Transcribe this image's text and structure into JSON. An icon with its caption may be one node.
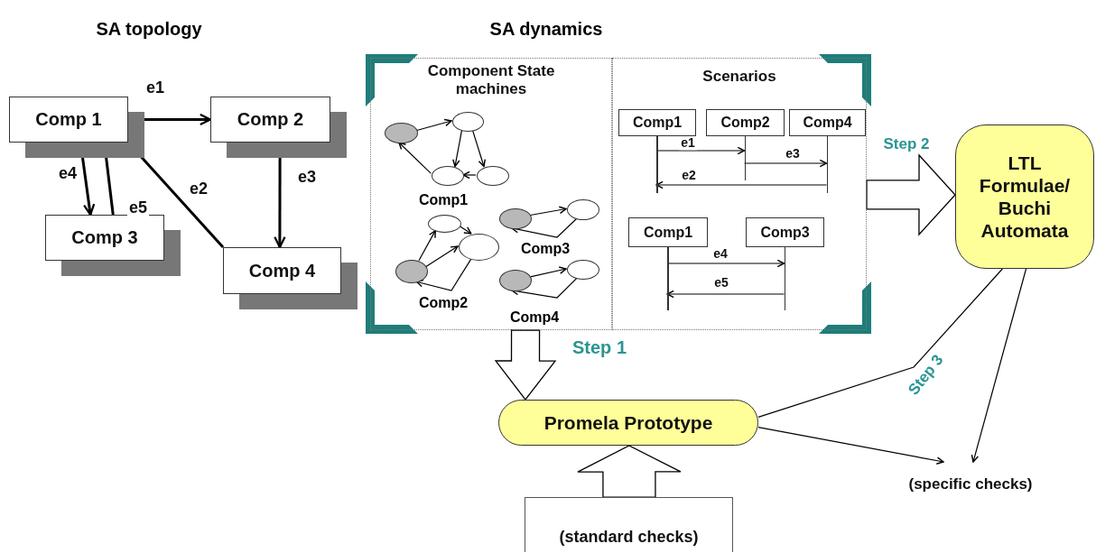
{
  "diagram": {
    "nodes": [
      {
        "text": [
          "Comp 1"
        ]
      },
      {
        "text": [
          "Comp 2"
        ]
      },
      {
        "text": [
          "Comp 3"
        ]
      },
      {
        "text": [
          "Comp 4"
        ]
      },
      {
        "text": [
          "Component State machines"
        ]
      },
      {
        "text": [
          "Scenarios"
        ]
      },
      {
        "text": [],
        "shape": "ellipse",
        "in": 4
      },
      {
        "text": [],
        "shape": "ellipse",
        "in": 4
      },
      {
        "text": [],
        "shape": "ellipse",
        "in": 4
      },
      {
        "text": [],
        "shape": "ellipse",
        "in": 4
      },
      {
        "text": [],
        "shape": "ellipse",
        "in": 4
      },
      {
        "text": [],
        "shape": "ellipse",
        "in": 4
      },
      {
        "text": [],
        "shape": "ellipse",
        "in": 4
      },
      {
        "text": [],
        "shape": "ellipse",
        "in": 4
      },
      {
        "text": [],
        "shape": "ellipse",
        "in": 4
      },
      {
        "text": [],
        "shape": "ellipse",
        "in": 4
      },
      {
        "text": [],
        "shape": "ellipse",
        "in": 4
      },
      {
        "text": [
          "Comp1"
        ],
        "in": 5
      },
      {
        "text": [
          "Comp2"
        ],
        "in": 5
      },
      {
        "text": [
          "Comp4"
        ],
        "in": 5
      },
      {
        "text": [
          "Comp1"
        ],
        "in": 5
      },
      {
        "text": [
          "Comp3"
        ],
        "in": 5
      },
      {
        "text": [
          "LTL Formulae/ Buchi Automata"
        ]
      },
      {
        "text": [
          "Promela Prototype"
        ]
      },
      {
        "text": [
          "(standard checks)"
        ]
      },
      {
        "text": [
          "(specific checks)"
        ]
      }
    ],
    "edges": [
      {
        "from": 0,
        "to": 1,
        "arrow": "to",
        "label": "e1"
      },
      {
        "from": 1,
        "to": 3,
        "arrow": "to",
        "label": "e3"
      },
      {
        "from": 3,
        "to": 0,
        "arrow": "to",
        "label": "e2"
      },
      {
        "from": 0,
        "to": 2,
        "arrow": "to",
        "label": "e4"
      },
      {
        "from": 2,
        "to": 0,
        "arrow": "to",
        "label": "e5"
      },
      {
        "from": 6,
        "to": 7,
        "arrow": "to"
      },
      {
        "from": 7,
        "to": 8,
        "arrow": "to"
      },
      {
        "from": 7,
        "to": 9,
        "arrow": "to"
      },
      {
        "from": 9,
        "to": 8,
        "arrow": "to"
      },
      {
        "from": 8,
        "to": 6,
        "arrow": "to"
      },
      {
        "from": 12,
        "to": 10,
        "arrow": "to"
      },
      {
        "from": 12,
        "to": 11,
        "arrow": "to"
      },
      {
        "from": 10,
        "to": 11,
        "arrow": "to"
      },
      {
        "from": 11,
        "to": 12,
        "arrow": "to"
      },
      {
        "from": 13,
        "to": 14,
        "arrow": "to"
      },
      {
        "from": 14,
        "to": 13,
        "arrow": "to"
      },
      {
        "from": 15,
        "to": 16,
        "arrow": "to"
      },
      {
        "from": 16,
        "to": 15,
        "arrow": "to"
      },
      {
        "from": 17,
        "to": 18,
        "arrow": "to",
        "label": "e1"
      },
      {
        "from": 18,
        "to": 19,
        "arrow": "to",
        "label": "e3"
      },
      {
        "from": 19,
        "to": 17,
        "arrow": "to",
        "label": "e2"
      },
      {
        "from": 20,
        "to": 21,
        "arrow": "to",
        "label": "e4"
      },
      {
        "from": 21,
        "to": 20,
        "arrow": "to",
        "label": "e5"
      },
      {
        "from": 4,
        "to": 23,
        "arrow": "to",
        "label": "Step 1",
        "style": "thick"
      },
      {
        "from": 5,
        "to": 22,
        "arrow": "to",
        "label": "Step 2",
        "style": "thick"
      },
      {
        "from": 24,
        "to": 23,
        "arrow": "to",
        "style": "thick"
      },
      {
        "from": 23,
        "to": 22,
        "arrow": "none",
        "label": "Step 3"
      },
      {
        "from": 22,
        "to": 25,
        "arrow": "to"
      },
      {
        "from": 23,
        "to": 25,
        "arrow": "to"
      }
    ],
    "labels": [
      "SA topology",
      "SA dynamics",
      "Comp1",
      "Comp3",
      "Comp2",
      "Comp4"
    ]
  }
}
